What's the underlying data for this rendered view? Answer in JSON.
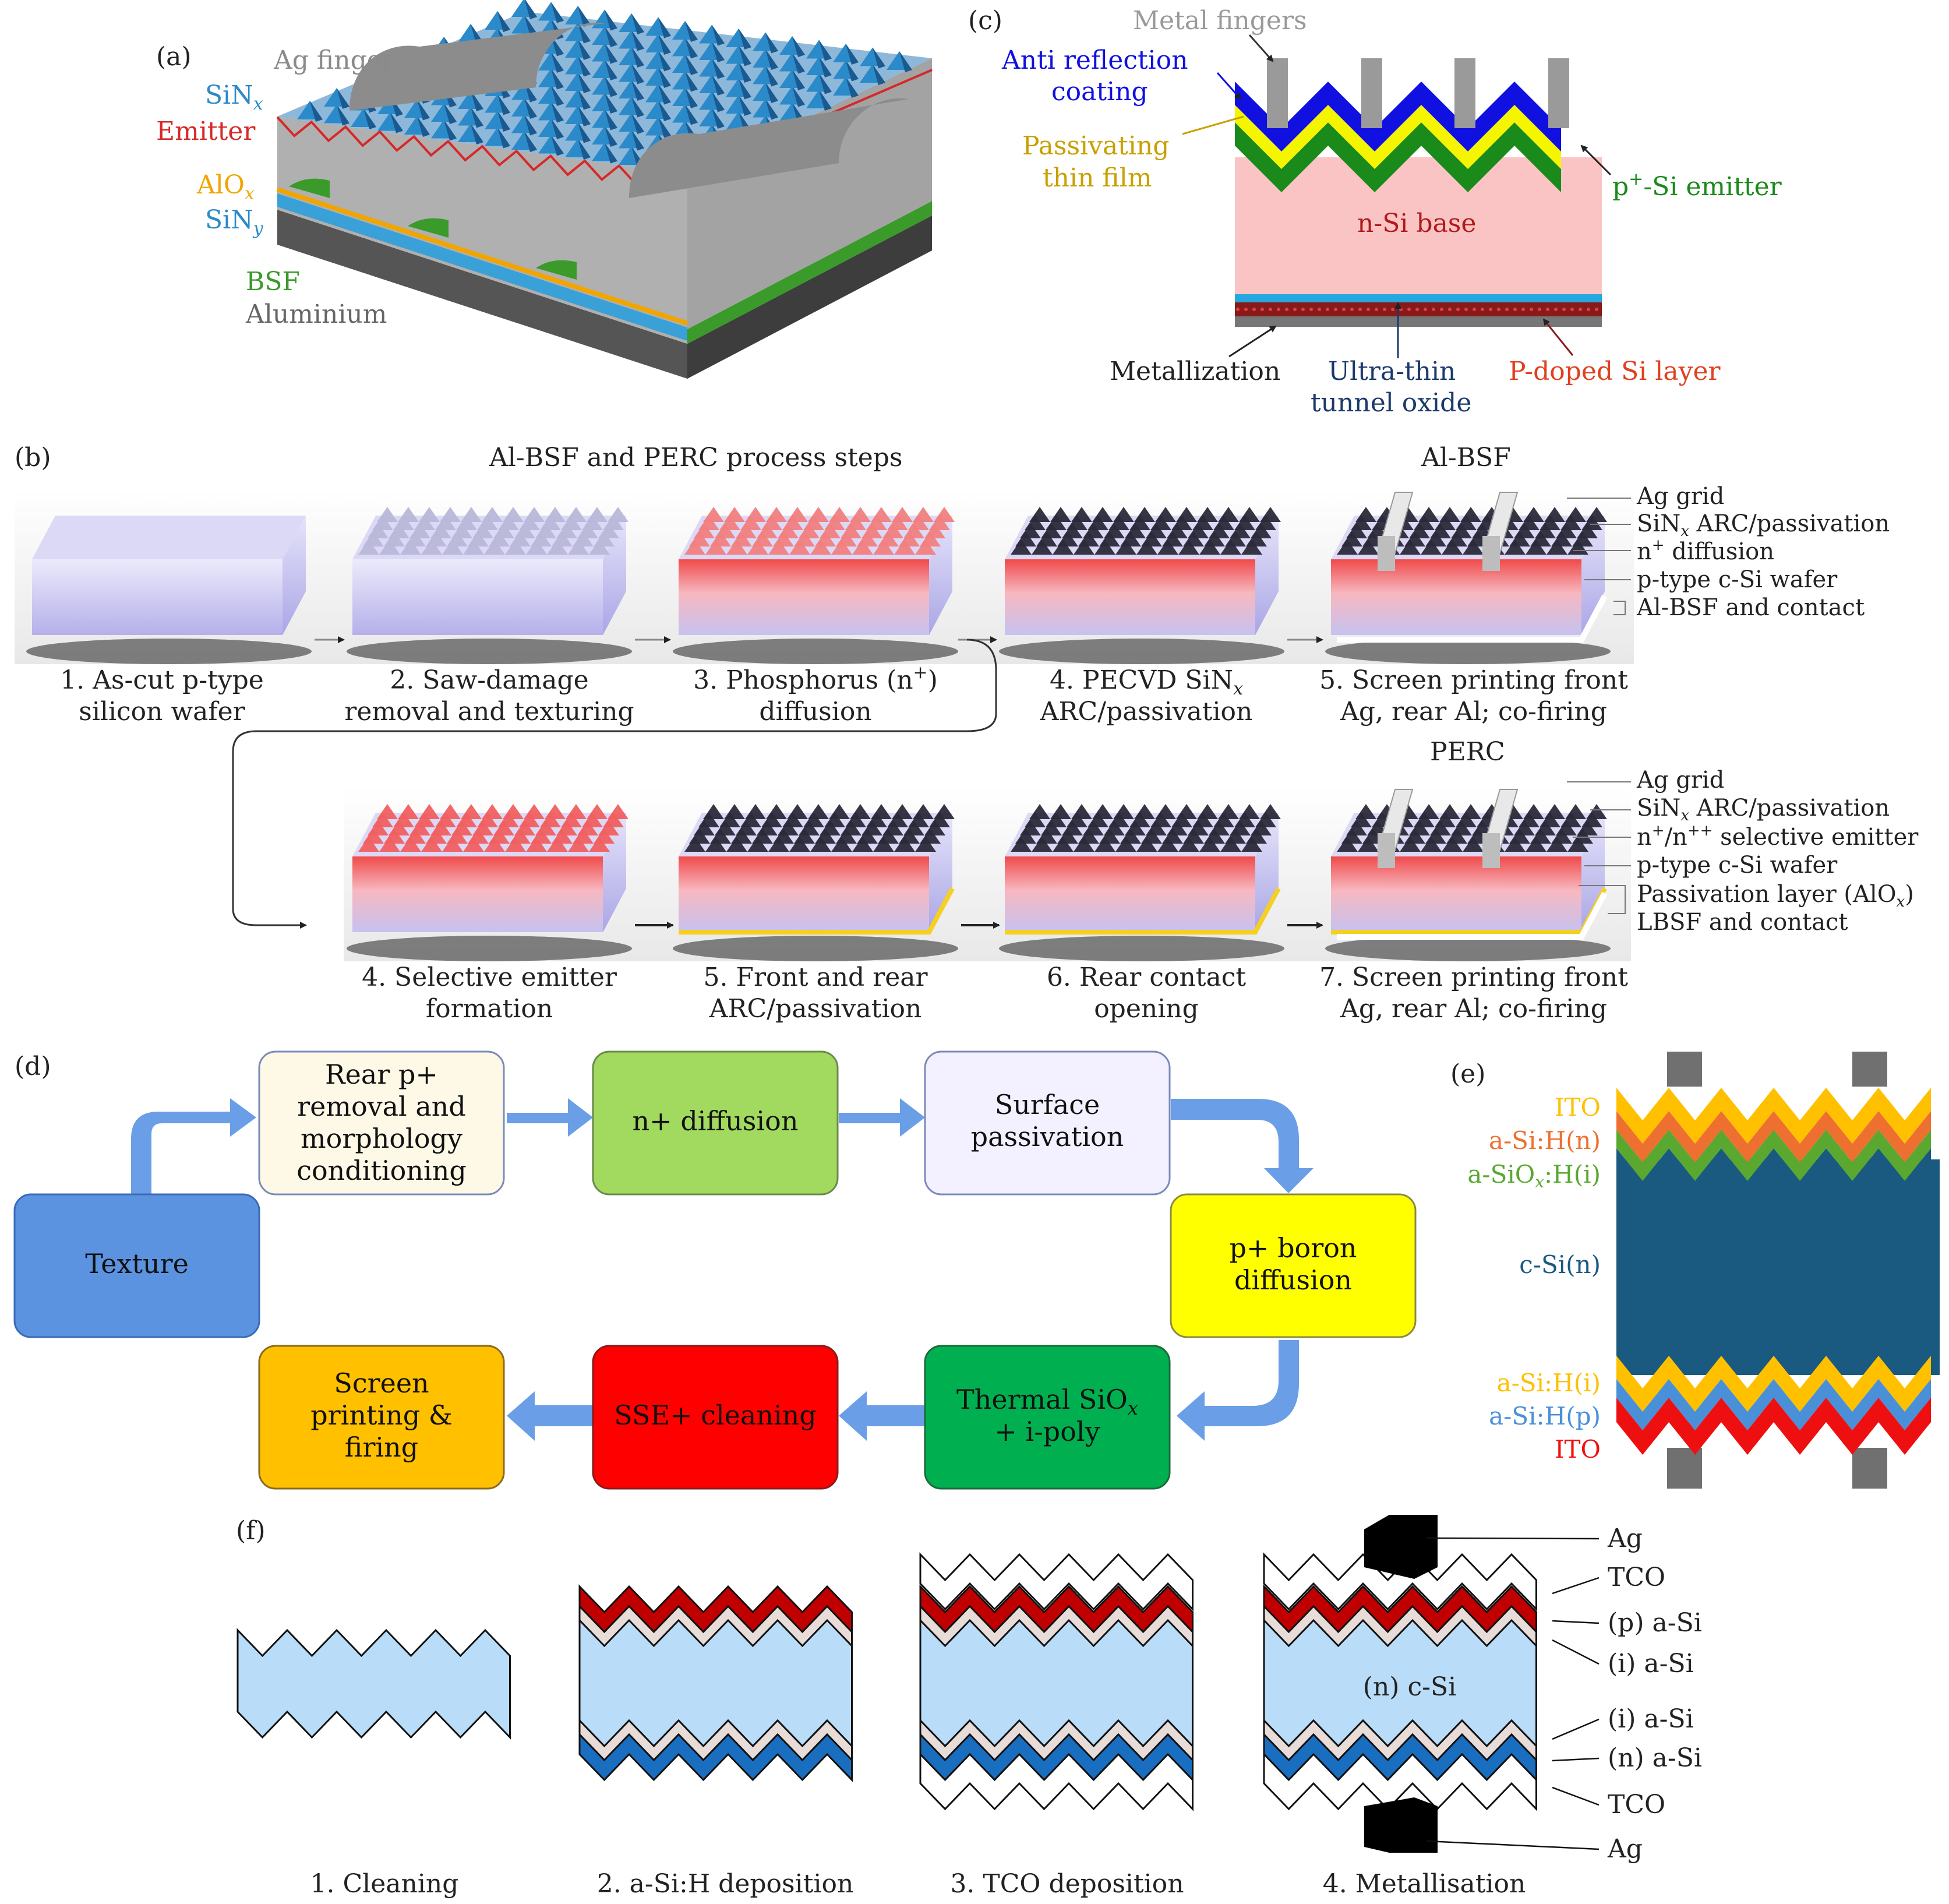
{
  "panel_a": {
    "label": "(a)",
    "ag_finger": "Ag finger",
    "sinx": "SiN",
    "sinx_sub": "x",
    "emitter": "Emitter",
    "alox": "AlO",
    "alox_sub": "x",
    "siny": "SiN",
    "siny_sub": "y",
    "bsf": "BSF",
    "aluminium": "Aluminium",
    "colors": {
      "sin": "#2b8ac9",
      "emitter": "#d62828",
      "alox": "#f0a500",
      "bsf": "#3a9a2a",
      "aluminium": "#666666",
      "ag": "#9a9a9a"
    }
  },
  "panel_b": {
    "label": "(b)",
    "title": "Al-BSF and PERC process steps",
    "row1_title": "Al-BSF",
    "row2_title": "PERC",
    "row1_steps": [
      {
        "l1": "1. As-cut p-type",
        "l2": "silicon wafer"
      },
      {
        "l1": "2. Saw-damage",
        "l2": "removal and texturing"
      },
      {
        "l1": "3. Phosphorus (n",
        "sup": "+",
        "l1b": ")",
        "l2": "diffusion"
      },
      {
        "l1": "4. PECVD SiN",
        "sub": "x",
        "l2": "ARC/passivation"
      },
      {
        "l1": "5. Screen printing front",
        "l2": "Ag, rear Al; co-firing"
      }
    ],
    "row2_steps": [
      {
        "l1": "4. Selective emitter",
        "l2": "formation"
      },
      {
        "l1": "5. Front and rear",
        "l2": "ARC/passivation"
      },
      {
        "l1": "6. Rear contact",
        "l2": "opening"
      },
      {
        "l1": "7. Screen printing front",
        "l2": "Ag, rear Al; co-firing"
      }
    ],
    "albsf_labels": {
      "ag_grid": "Ag grid",
      "sinx_a": "SiN",
      "sinx_sub": "x",
      "sinx_b": " ARC/passivation",
      "ndiff_a": "n",
      "ndiff_sup": "+",
      "ndiff_b": " diffusion",
      "wafer": "p-type c-Si wafer",
      "contact": "Al-BSF and contact"
    },
    "perc_labels": {
      "ag_grid": "Ag grid",
      "sinx_a": "SiN",
      "sinx_sub": "x",
      "sinx_b": " ARC/passivation",
      "sel_a": "n",
      "sel_sup1": "+",
      "sel_mid": "/n",
      "sel_sup2": "++",
      "sel_b": " selective emitter",
      "wafer": "p-type c-Si wafer",
      "pass_a": "Passivation layer (AlO",
      "pass_sub": "x",
      "pass_b": ")",
      "lbsf": "LBSF and contact"
    }
  },
  "panel_c": {
    "label": "(c)",
    "metal_fingers": "Metal fingers",
    "arc1": "Anti reflection",
    "arc2": "coating",
    "pass1": "Passivating",
    "pass2": "thin film",
    "emitter_a": "p",
    "emitter_sup": "+",
    "emitter_b": "-Si emitter",
    "base": "n-Si base",
    "metallization": "Metallization",
    "oxide1": "Ultra-thin",
    "oxide2": "tunnel oxide",
    "pdoped": "P-doped Si layer",
    "colors": {
      "arc": "#1010e0",
      "passivating": "#f5f500",
      "emitter": "#1a8a1a",
      "base": "#fbc4c4",
      "oxide": "#25a8e0",
      "pdoped": "#8a1a1a",
      "metal": "#9a9a9a"
    }
  },
  "panel_d": {
    "label": "(d)",
    "boxes": {
      "texture": "Texture",
      "rear1": "Rear p+",
      "rear2": "removal and",
      "rear3": "morphology",
      "rear4": "conditioning",
      "ndiff": "n+ diffusion",
      "surf1": "Surface",
      "surf2": "passivation",
      "boron1": "p+ boron",
      "boron2": "diffusion",
      "thermal1a": "Thermal SiO",
      "thermal1sub": "x",
      "thermal2": "+ i-poly",
      "sse": "SSE+ cleaning",
      "screen1": "Screen",
      "screen2": "printing &",
      "screen3": "firing"
    },
    "colors": {
      "texture": "#5b93e0",
      "rear": "#fdf9e6",
      "ndiff": "#a2d95f",
      "surf": "#f3f1ff",
      "boron": "#ffff00",
      "thermal": "#00b050",
      "sse": "#ff0000",
      "screen": "#ffc000",
      "arrow": "#6a9ee6"
    }
  },
  "panel_e": {
    "label": "(e)",
    "ito_top": "ITO",
    "asih_n": "a-Si:H(n)",
    "asiox_a": "a-SiO",
    "asiox_sub": "x",
    "asiox_b": ":H(i)",
    "csi": "c-Si(n)",
    "asih_i": "a-Si:H(i)",
    "asih_p": "a-Si:H(p)",
    "ito_bottom": "ITO",
    "colors": {
      "ito_top": "#ffc000",
      "asih_n": "#ee7030",
      "asiox": "#5aa830",
      "csi": "#1a5a80",
      "asih_i": "#ffc000",
      "asih_p": "#4a90d8",
      "ito_bottom": "#ee1010",
      "metal": "#707070"
    }
  },
  "panel_f": {
    "label": "(f)",
    "steps": [
      "1. Cleaning",
      "2. a-Si:H deposition",
      "3. TCO deposition",
      "4. Metallisation"
    ],
    "csi": "(n) c-Si",
    "labels": [
      "Ag",
      "TCO",
      "(p) a-Si",
      "(i) a-Si",
      "(i) a-Si",
      "(n) a-Si",
      "TCO",
      "Ag"
    ],
    "colors": {
      "csi": "#b9dcf8",
      "p": "#c00000",
      "i": "#e8dcd8",
      "n": "#1a6ec0",
      "ag": "#000000"
    }
  }
}
